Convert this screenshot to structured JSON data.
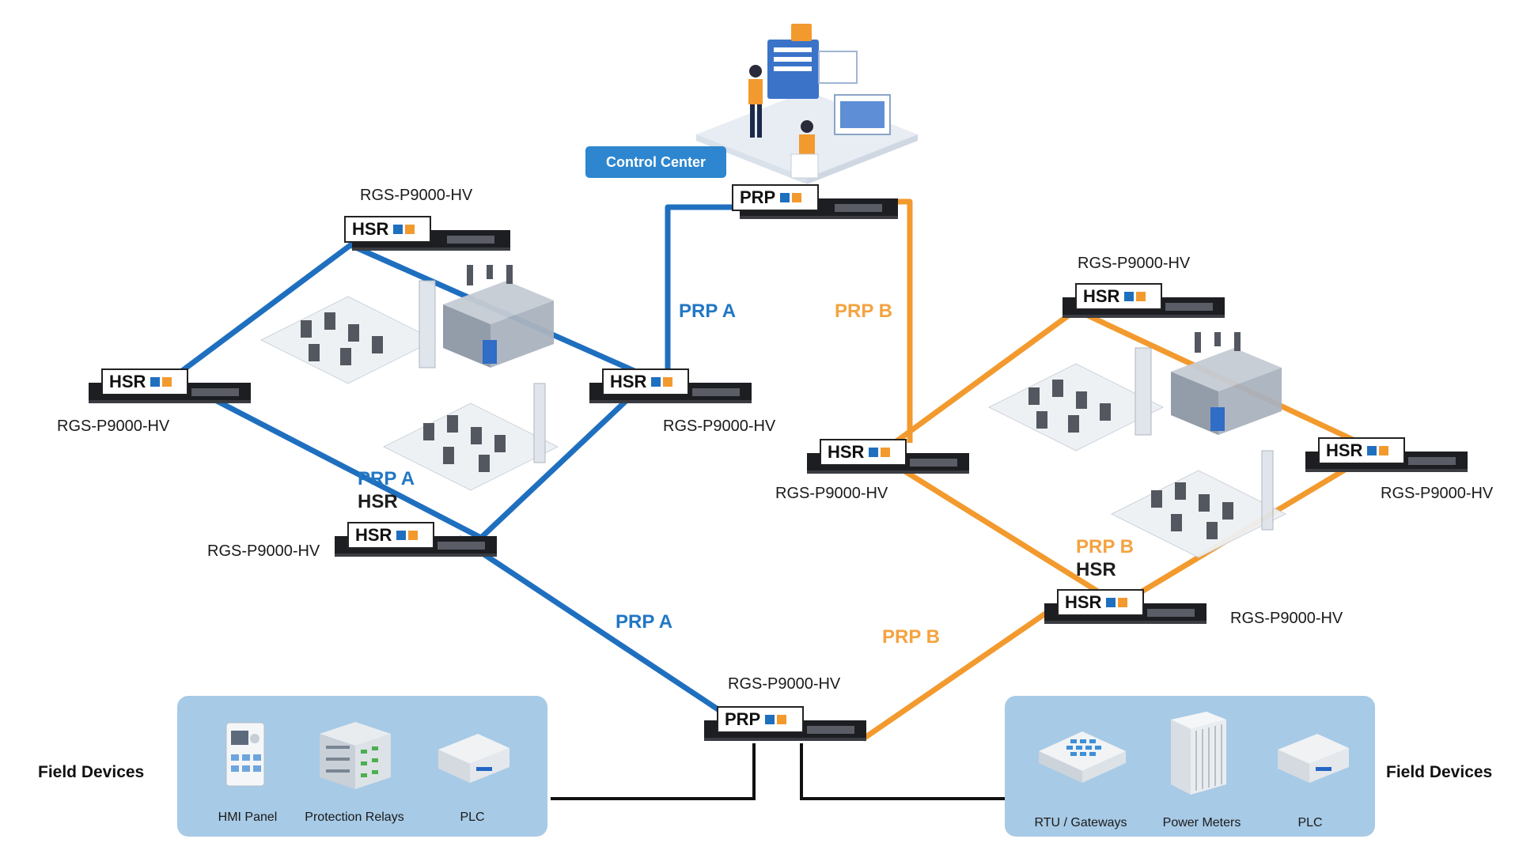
{
  "control_center": {
    "label": "Control Center"
  },
  "switch_model": "RGS-P9000-HV",
  "badges": {
    "hsr": "HSR",
    "prp": "PRP"
  },
  "protocols": {
    "prp_a": "PRP A",
    "prp_b": "PRP B",
    "hsr": "HSR"
  },
  "field_devices": {
    "title": "Field Devices",
    "left": [
      "HMI Panel",
      "Protection Relays",
      "PLC"
    ],
    "right": [
      "RTU / Gateways",
      "Power Meters",
      "PLC"
    ]
  },
  "colors": {
    "prp_a": "#1f6fbf",
    "prp_b": "#f39a2e",
    "wire": "#111111",
    "panel": "#a7cae6",
    "badge_blue": "#1f6fbf",
    "badge_orange": "#f39a2e"
  }
}
